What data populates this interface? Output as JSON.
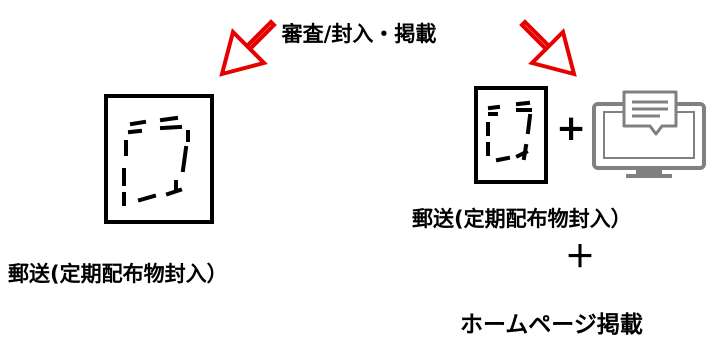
{
  "header_label": "審査/封入・掲載",
  "left_caption": "郵送(定期配布物封入）",
  "right_caption": "郵送(定期配布物封入）",
  "right_plus": "＋",
  "right_caption_web": "ホームページ掲載",
  "icon_plus": "+",
  "colors": {
    "arrow": "#e60000",
    "stroke": "#000000",
    "monitor": "#808080"
  },
  "icons": [
    "document-icon",
    "monitor-icon",
    "down-left-arrow-icon",
    "down-right-arrow-icon"
  ]
}
